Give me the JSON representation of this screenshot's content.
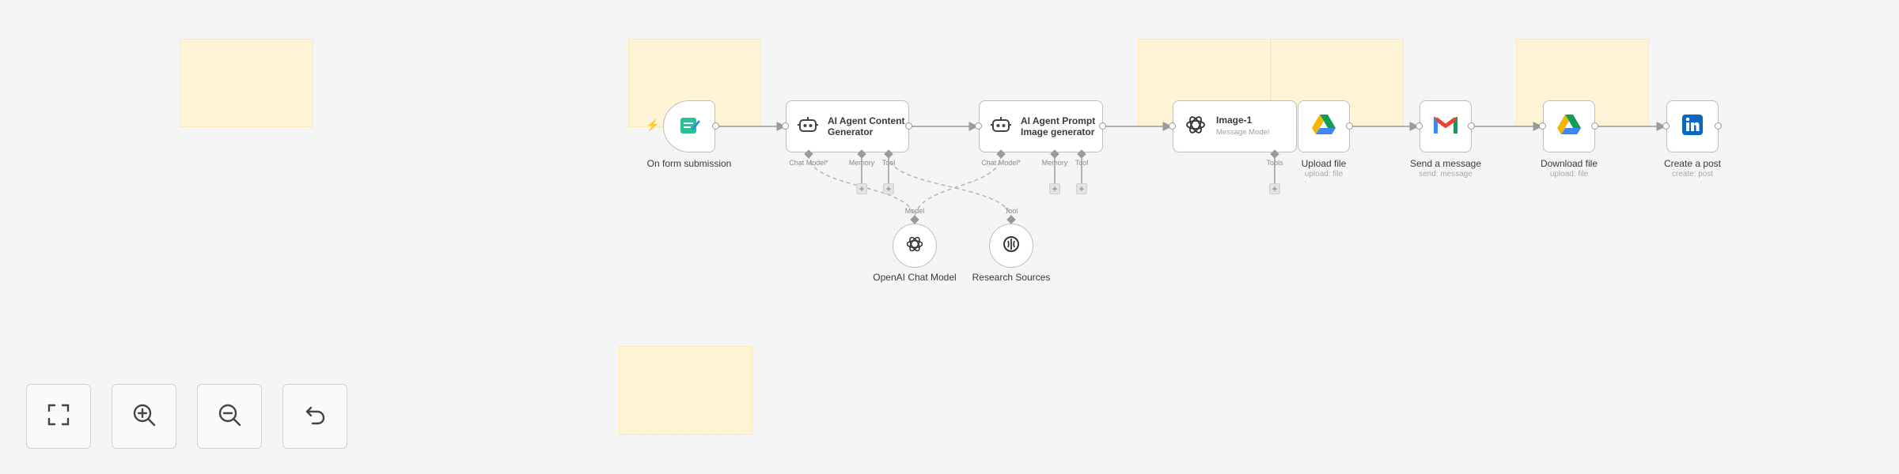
{
  "nodes": {
    "form_trigger": {
      "label": "On form submission"
    },
    "agent_content": {
      "title_line1": "AI Agent Content",
      "title_line2": "Generator",
      "handles": [
        "Chat Model*",
        "Memory",
        "Tool"
      ]
    },
    "agent_prompt": {
      "title_line1": "AI Agent Prompt",
      "title_line2": "Image generator",
      "handles": [
        "Chat Model*",
        "Memory",
        "Tool"
      ]
    },
    "openai_image": {
      "title": "Image-1",
      "subtitle": "Message Model",
      "handles": [
        "Tools"
      ]
    },
    "upload_file": {
      "label": "Upload file",
      "subtitle": "upload: file"
    },
    "send_message": {
      "label": "Send a message",
      "subtitle": "send: message"
    },
    "download_file": {
      "label": "Download file",
      "subtitle": "upload: file"
    },
    "create_post": {
      "label": "Create a post",
      "subtitle": "create: post"
    },
    "openai_chat_model": {
      "label": "OpenAI Chat Model",
      "handle": "Model"
    },
    "research_sources": {
      "label": "Research Sources",
      "handle": "Tool"
    }
  },
  "colors": {
    "sticky_fill": "#fff5d6",
    "node_border": "#bdbdbd",
    "edge": "#9a9a9a",
    "trigger_bolt": "#ff6d5a",
    "gmail_red": "#ea4335",
    "linkedin_blue": "#0a66c2",
    "drive_green": "#0f9d58",
    "drive_yellow": "#f4b400",
    "drive_blue": "#4285f4",
    "form_teal": "#2dbf9a"
  },
  "icons": {
    "form_trigger": "form-icon",
    "agent_content": "robot-icon",
    "agent_prompt": "robot-icon",
    "openai_image": "openai-icon",
    "upload_file": "google-drive-icon",
    "send_message": "gmail-icon",
    "download_file": "google-drive-icon",
    "create_post": "linkedin-icon",
    "openai_chat_model": "openai-icon",
    "research_sources": "search-brain-icon"
  },
  "controls": {
    "fit_view": "fit-view-icon",
    "zoom_in": "zoom-in-icon",
    "zoom_out": "zoom-out-icon",
    "reset": "undo-icon"
  }
}
